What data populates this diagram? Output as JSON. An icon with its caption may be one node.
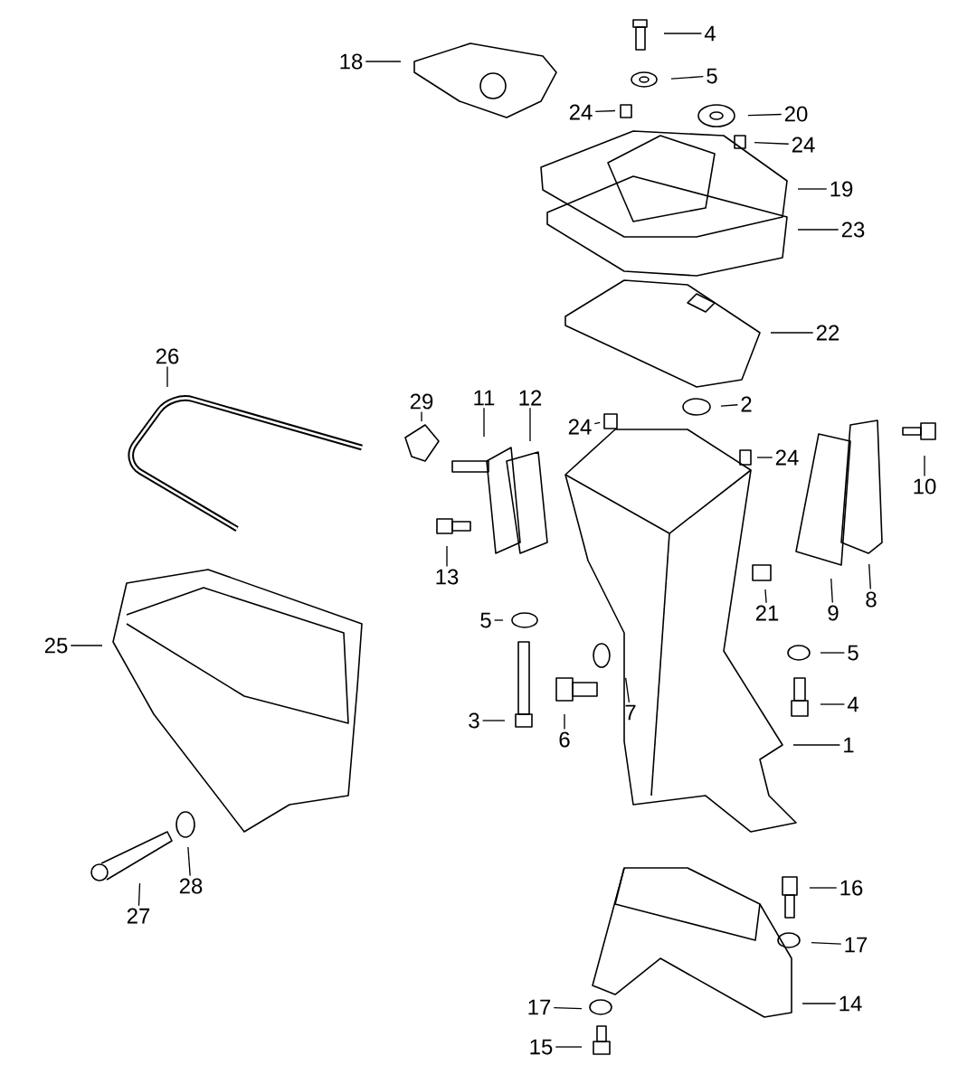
{
  "diagram": {
    "nodes": [
      {
        "text": [
          "18"
        ]
      },
      {
        "text": [
          "4"
        ]
      },
      {
        "text": [
          "5"
        ]
      },
      {
        "text": [
          "24"
        ]
      },
      {
        "text": [
          "20"
        ]
      },
      {
        "text": [
          "24"
        ]
      },
      {
        "text": [
          "19"
        ]
      },
      {
        "text": [
          "23"
        ]
      },
      {
        "text": [
          "22"
        ]
      },
      {
        "text": [
          "26"
        ]
      },
      {
        "text": [
          "2"
        ]
      },
      {
        "text": [
          "29"
        ]
      },
      {
        "text": [
          "11"
        ]
      },
      {
        "text": [
          "12"
        ]
      },
      {
        "text": [
          "24"
        ]
      },
      {
        "text": [
          "24"
        ]
      },
      {
        "text": [
          "10"
        ]
      },
      {
        "text": [
          "13"
        ]
      },
      {
        "text": [
          "21"
        ]
      },
      {
        "text": [
          "9"
        ]
      },
      {
        "text": [
          "8"
        ]
      },
      {
        "text": [
          "5"
        ]
      },
      {
        "text": [
          "25"
        ]
      },
      {
        "text": [
          "5"
        ]
      },
      {
        "text": [
          "4"
        ]
      },
      {
        "text": [
          "3"
        ]
      },
      {
        "text": [
          "6"
        ]
      },
      {
        "text": [
          "7"
        ]
      },
      {
        "text": [
          "1"
        ]
      },
      {
        "text": [
          "27"
        ]
      },
      {
        "text": [
          "28"
        ]
      },
      {
        "text": [
          "16"
        ]
      },
      {
        "text": [
          "17"
        ]
      },
      {
        "text": [
          "17"
        ]
      },
      {
        "text": [
          "14"
        ]
      },
      {
        "text": [
          "15"
        ]
      }
    ],
    "edges": [
      {
        "from": 0,
        "to": null,
        "arrow": "none"
      },
      {
        "from": 1,
        "to": null,
        "arrow": "none"
      },
      {
        "from": 2,
        "to": null,
        "arrow": "none"
      },
      {
        "from": 3,
        "to": null,
        "arrow": "none"
      },
      {
        "from": 4,
        "to": null,
        "arrow": "none"
      },
      {
        "from": 5,
        "to": null,
        "arrow": "none"
      },
      {
        "from": 6,
        "to": null,
        "arrow": "none"
      },
      {
        "from": 7,
        "to": null,
        "arrow": "none"
      },
      {
        "from": 8,
        "to": null,
        "arrow": "none"
      },
      {
        "from": 9,
        "to": null,
        "arrow": "none"
      },
      {
        "from": 10,
        "to": null,
        "arrow": "none"
      },
      {
        "from": 11,
        "to": null,
        "arrow": "none"
      },
      {
        "from": 12,
        "to": null,
        "arrow": "none"
      },
      {
        "from": 13,
        "to": null,
        "arrow": "none"
      },
      {
        "from": 14,
        "to": null,
        "arrow": "none"
      },
      {
        "from": 15,
        "to": null,
        "arrow": "none"
      },
      {
        "from": 16,
        "to": null,
        "arrow": "none"
      },
      {
        "from": 17,
        "to": null,
        "arrow": "none"
      },
      {
        "from": 18,
        "to": null,
        "arrow": "none"
      },
      {
        "from": 19,
        "to": null,
        "arrow": "none"
      },
      {
        "from": 20,
        "to": null,
        "arrow": "none"
      },
      {
        "from": 21,
        "to": null,
        "arrow": "none"
      },
      {
        "from": 22,
        "to": null,
        "arrow": "none"
      },
      {
        "from": 23,
        "to": null,
        "arrow": "none"
      },
      {
        "from": 24,
        "to": null,
        "arrow": "none"
      },
      {
        "from": 25,
        "to": null,
        "arrow": "none"
      },
      {
        "from": 26,
        "to": null,
        "arrow": "none"
      },
      {
        "from": 27,
        "to": null,
        "arrow": "none"
      },
      {
        "from": 28,
        "to": null,
        "arrow": "none"
      },
      {
        "from": 29,
        "to": null,
        "arrow": "none"
      },
      {
        "from": 30,
        "to": null,
        "arrow": "none"
      },
      {
        "from": 31,
        "to": null,
        "arrow": "none"
      },
      {
        "from": 32,
        "to": null,
        "arrow": "none"
      },
      {
        "from": 33,
        "to": null,
        "arrow": "none"
      },
      {
        "from": 34,
        "to": null,
        "arrow": "none"
      },
      {
        "from": 35,
        "to": null,
        "arrow": "none"
      }
    ]
  }
}
